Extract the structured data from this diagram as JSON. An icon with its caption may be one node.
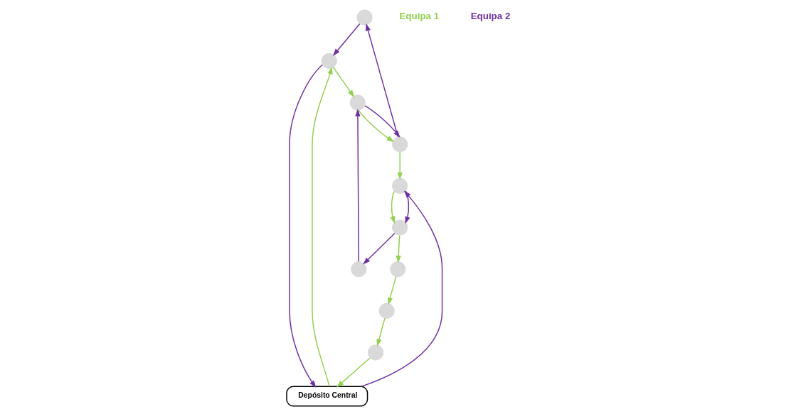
{
  "diagram": {
    "nodes": [
      {
        "text": [],
        "shape": "circle"
      },
      {
        "text": [],
        "shape": "circle"
      },
      {
        "text": [],
        "shape": "circle"
      },
      {
        "text": [],
        "shape": "circle"
      },
      {
        "text": [
          "Depósito Central"
        ]
      },
      {
        "text": [],
        "shape": "circle"
      },
      {
        "text": [],
        "shape": "circle"
      },
      {
        "text": [],
        "shape": "circle"
      },
      {
        "text": [],
        "shape": "circle"
      },
      {
        "text": [],
        "shape": "circle"
      },
      {
        "text": [],
        "shape": "circle"
      }
    ],
    "edges": [
      {
        "from": 4,
        "to": 1,
        "arrow": "to"
      },
      {
        "from": 1,
        "to": 3,
        "arrow": "to"
      },
      {
        "from": 3,
        "to": 10,
        "arrow": "to"
      },
      {
        "from": 10,
        "to": 2,
        "arrow": "to"
      },
      {
        "from": 2,
        "to": 5,
        "arrow": "to"
      },
      {
        "from": 5,
        "to": 7,
        "arrow": "to"
      },
      {
        "from": 7,
        "to": 6,
        "arrow": "to"
      },
      {
        "from": 6,
        "to": 9,
        "arrow": "to"
      },
      {
        "from": 9,
        "to": 4,
        "arrow": "to"
      },
      {
        "from": 4,
        "to": 2,
        "arrow": "to",
        "color": "#7030a0"
      },
      {
        "from": 2,
        "to": 5,
        "arrow": "to",
        "color": "#7030a0"
      },
      {
        "from": 5,
        "to": 8,
        "arrow": "to",
        "color": "#7030a0"
      },
      {
        "from": 8,
        "to": 3,
        "arrow": "to",
        "color": "#7030a0"
      },
      {
        "from": 3,
        "to": 10,
        "arrow": "to",
        "color": "#7030a0"
      },
      {
        "from": 10,
        "to": 0,
        "arrow": "to",
        "color": "#7030a0"
      },
      {
        "from": 0,
        "to": 1,
        "arrow": "to",
        "color": "#7030a0"
      },
      {
        "from": 1,
        "to": 4,
        "arrow": "to",
        "color": "#7030a0"
      }
    ],
    "labels": [
      "Equipa 1",
      "Equipa 2"
    ]
  }
}
